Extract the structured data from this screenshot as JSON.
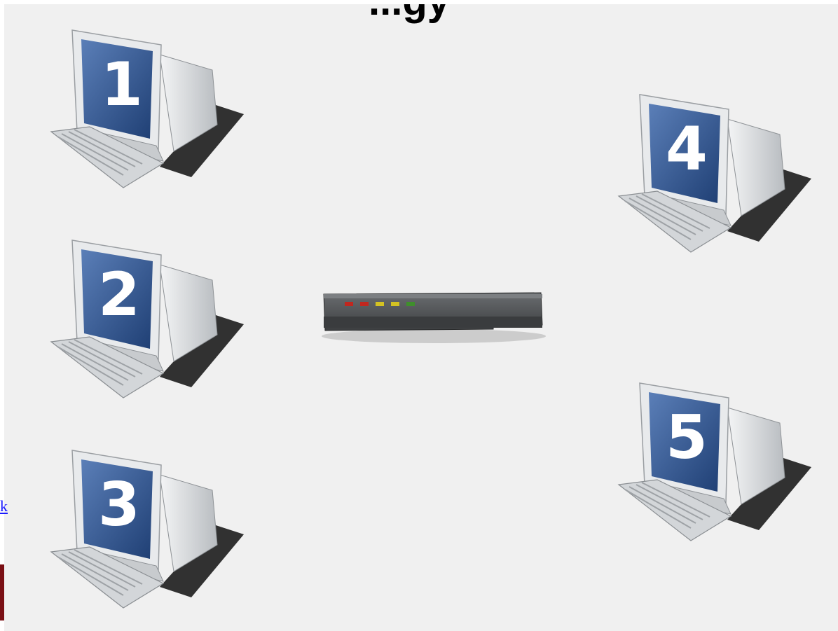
{
  "title_fragment": "...gy",
  "side_link_text": "k",
  "computers": [
    {
      "number": "1"
    },
    {
      "number": "2"
    },
    {
      "number": "3"
    },
    {
      "number": "4"
    },
    {
      "number": "5"
    }
  ],
  "device": {
    "icon": "network-hub-icon",
    "led_colors": [
      "#c0271f",
      "#c0271f",
      "#d4c222",
      "#d4c222",
      "#3f8f2c"
    ]
  },
  "colors": {
    "background": "#f0f0f0",
    "screen": "#2e5590",
    "monitor_body": "#d9dbdd",
    "accent_bar": "#7a0f14",
    "link": "#1a1aff"
  }
}
